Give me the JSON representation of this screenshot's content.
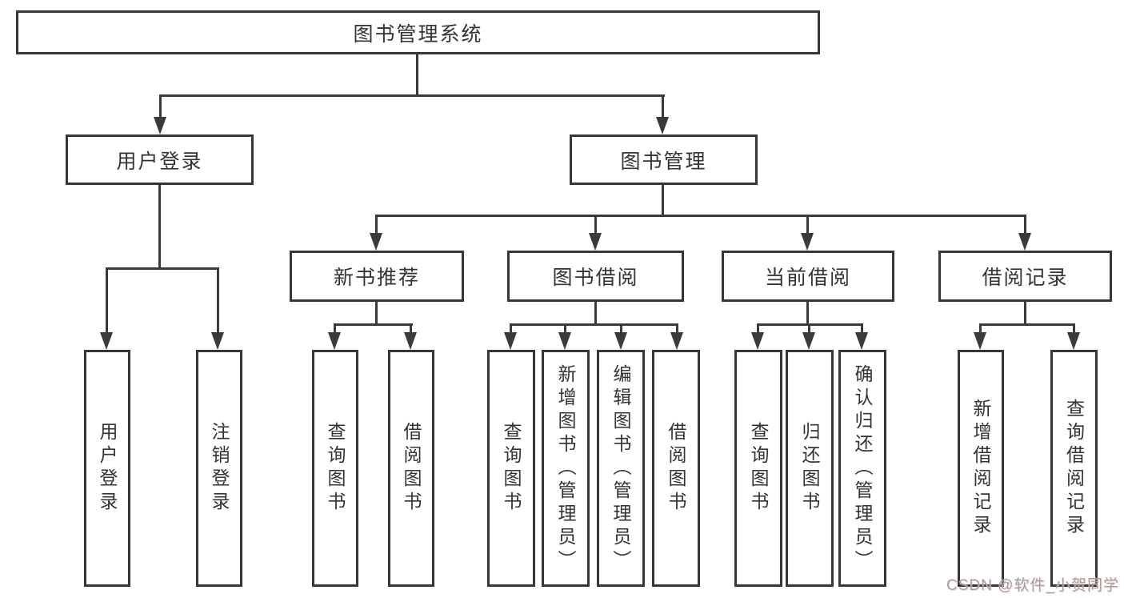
{
  "diagram": {
    "title": "图书管理系统",
    "type": "hierarchy-tree",
    "watermark": "CSDN @软件_小贺同学",
    "colors": {
      "line": "#3a3a3a",
      "border": "#363636",
      "text": "#333333",
      "background": "#ffffff"
    },
    "nodes": {
      "root": "图书管理系统",
      "user_login": "用户登录",
      "book_mgmt": "图书管理",
      "new_book_rec": "新书推荐",
      "book_borrow": "图书借阅",
      "current_borrow": "当前借阅",
      "borrow_record": "借阅记录",
      "leaf_user_login": "用户登录",
      "leaf_logout": "注销登录",
      "leaf_query_book_nb": "查询图书",
      "leaf_borrow_book_nb": "借阅图书",
      "leaf_query_book_bb": "查询图书",
      "leaf_add_book": "新增图书（管理员）",
      "leaf_edit_book": "编辑图书（管理员）",
      "leaf_borrow_book_bb": "借阅图书",
      "leaf_query_book_cb": "查询图书",
      "leaf_return_book": "归还图书",
      "leaf_confirm_return": "确认归还（管理员）",
      "leaf_add_record": "新增借阅记录",
      "leaf_query_record": "查询借阅记录"
    },
    "structure": {
      "图书管理系统": {
        "用户登录": [
          "用户登录",
          "注销登录"
        ],
        "图书管理": {
          "新书推荐": [
            "查询图书",
            "借阅图书"
          ],
          "图书借阅": [
            "查询图书",
            "新增图书（管理员）",
            "编辑图书（管理员）",
            "借阅图书"
          ],
          "当前借阅": [
            "查询图书",
            "归还图书",
            "确认归还（管理员）"
          ],
          "借阅记录": [
            "新增借阅记录",
            "查询借阅记录"
          ]
        }
      }
    }
  }
}
